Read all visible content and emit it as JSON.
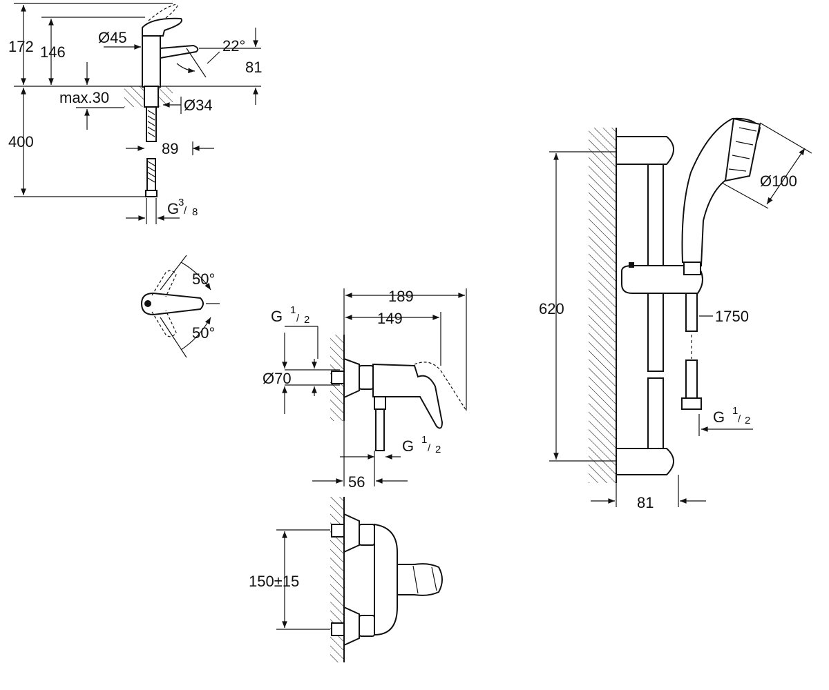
{
  "basin_mixer": {
    "dims": {
      "d172": "172",
      "d146": "146",
      "d45": "Ø45",
      "d22": "22°",
      "d81": "81",
      "max30": "max.30",
      "d34": "Ø34",
      "d400": "400",
      "d89": "89",
      "g38": "G",
      "g38_num": "3",
      "g38_den": "8"
    }
  },
  "lever_top": {
    "dims": {
      "angle_up": "50°",
      "angle_down": "50°"
    }
  },
  "shower_mixer_side": {
    "dims": {
      "d189": "189",
      "d149": "149",
      "g12_top": "G",
      "g12_top_num": "1",
      "g12_top_den": "2",
      "d70": "Ø70",
      "g12_bottom": "G",
      "g12_bottom_num": "1",
      "g12_bottom_den": "2",
      "d56": "56"
    }
  },
  "shower_mixer_front": {
    "dims": {
      "d150": "150±15"
    }
  },
  "shower_set": {
    "dims": {
      "d620": "620",
      "d100": "Ø100",
      "d1750": "1750",
      "g12": "G",
      "g12_num": "1",
      "g12_den": "2",
      "d81": "81"
    }
  }
}
